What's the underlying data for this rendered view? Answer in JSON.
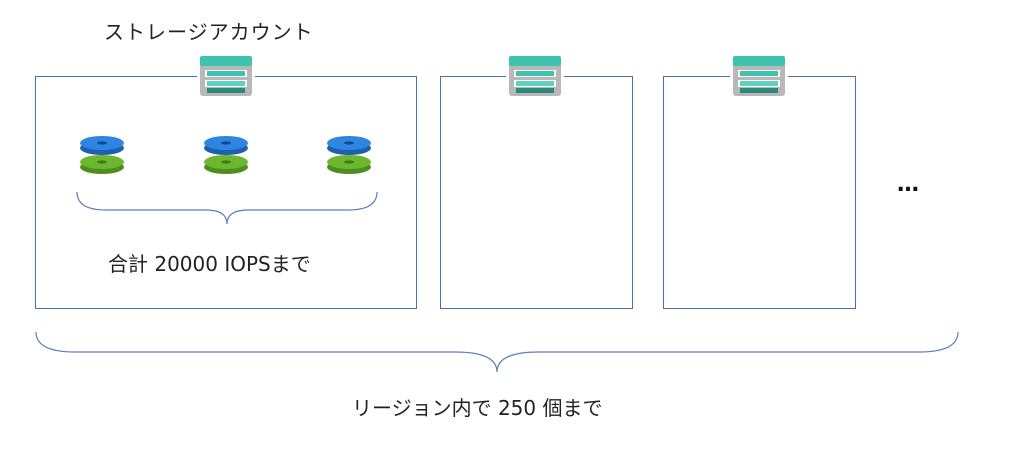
{
  "title": "ストレージアカウント",
  "disk_group_label": "合計 20000 IOPSまで",
  "region_label": "リージョン内で 250 個まで",
  "ellipsis": "…",
  "icons": {
    "storage": "storage-account-icon",
    "disk": "managed-disk-icon"
  },
  "colors": {
    "box_border": "#4a6fb0",
    "storage_teal": "#3ec4ae",
    "storage_dark": "#2a8a7a",
    "storage_gray": "#a9a9a9",
    "disk_blue": "#2f86e0",
    "disk_green": "#6cb72e",
    "brace": "#5b7fbd"
  }
}
